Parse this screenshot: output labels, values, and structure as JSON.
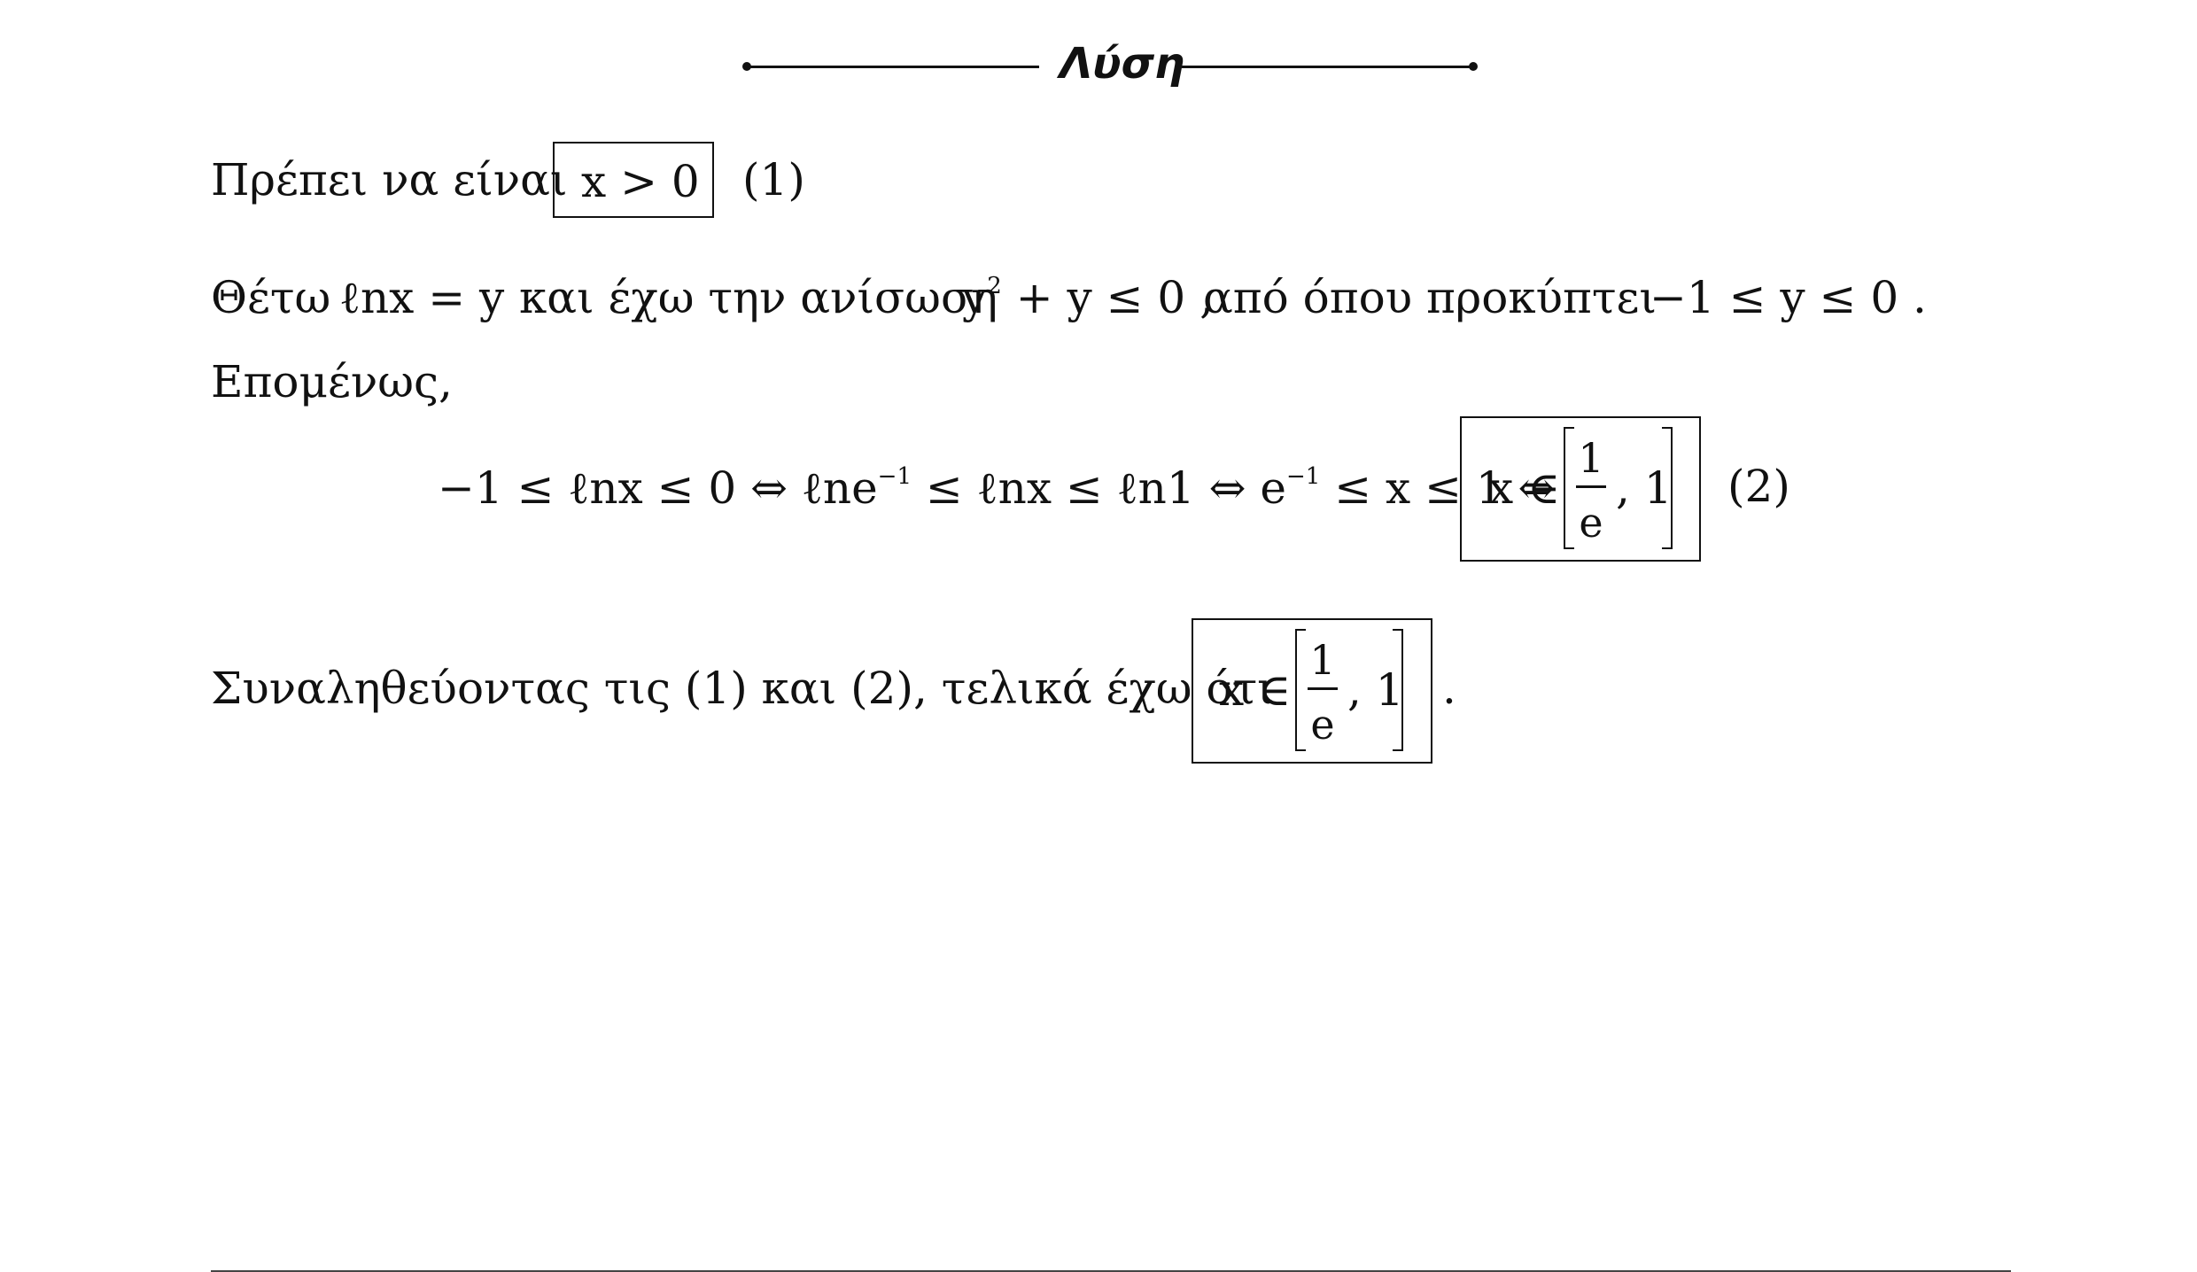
{
  "header": {
    "title": "Λύση"
  },
  "line1": {
    "prefix": "Πρέπει να είναι",
    "boxed": "x > 0",
    "tag": "(1)"
  },
  "line2": {
    "a": "Θέτω",
    "b": "ℓnx = y",
    "c": "και έχω την ανίσωση",
    "d_base": "y",
    "d_exp": "2",
    "d_rest": "+ y ≤ 0 ,",
    "e": "από όπου προκύπτει",
    "f": "−1 ≤ y ≤ 0 ."
  },
  "line3": {
    "text": "Επομένως,"
  },
  "line4": {
    "part1": "−1 ≤ ℓnx ≤ 0 ⇔ ℓne",
    "exp1": "−1",
    "part2": "≤ ℓnx ≤ ℓn1 ⇔ e",
    "exp2": "−1",
    "part3": "≤ x ≤ 1 ⇔",
    "box_x": "x ∈",
    "num": "1",
    "den": "e",
    "after": ", 1",
    "tag": "(2)"
  },
  "line5": {
    "prefix": "Συναληθεύοντας τις (1) και (2), τελικά έχω ότι",
    "box_x": "x ∈",
    "num": "1",
    "den": "e",
    "after": ", 1",
    "period": "."
  }
}
